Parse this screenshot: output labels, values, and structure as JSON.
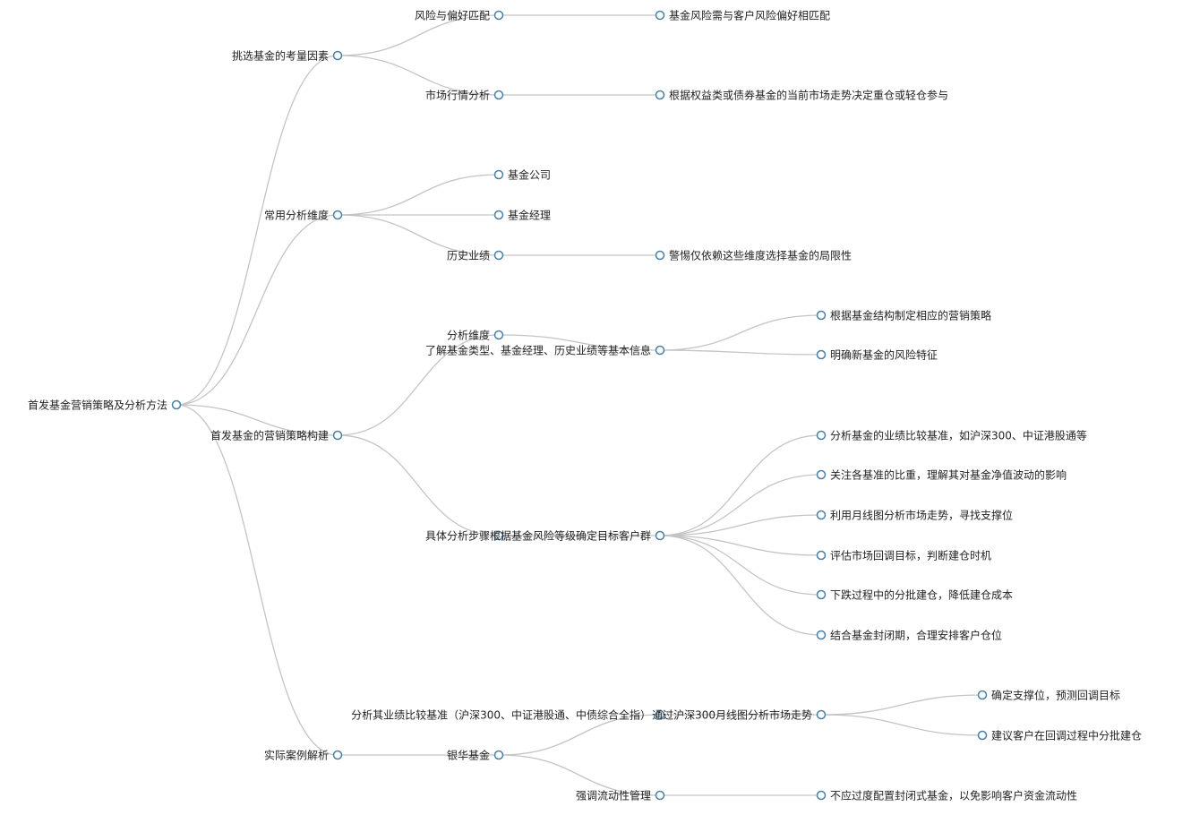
{
  "colors": {
    "link": "#c4c4c4",
    "node_stroke": "#4a7fa6",
    "node_fill": "#ffffff",
    "text": "#222222"
  },
  "tree": {
    "id": "root",
    "label": "首发基金营销策略及分析方法",
    "children": [
      {
        "id": "n1",
        "label": "挑选基金的考量因素",
        "children": [
          {
            "id": "n1a",
            "label": "风险与偏好匹配",
            "children": [
              {
                "id": "n1a1",
                "label": "基金风险需与客户风险偏好相匹配"
              }
            ]
          },
          {
            "id": "n1b",
            "label": "市场行情分析",
            "children": [
              {
                "id": "n1b1",
                "label": "根据权益类或债券基金的当前市场走势决定重仓或轻仓参与"
              }
            ]
          }
        ]
      },
      {
        "id": "n2",
        "label": "常用分析维度",
        "children": [
          {
            "id": "n2a",
            "label": "基金公司"
          },
          {
            "id": "n2b",
            "label": "基金经理"
          },
          {
            "id": "n2c",
            "label": "历史业绩",
            "children": [
              {
                "id": "n2c1",
                "label": "警惕仅依赖这些维度选择基金的局限性"
              }
            ]
          }
        ]
      },
      {
        "id": "n3",
        "label": "首发基金的营销策略构建",
        "children": [
          {
            "id": "n3a",
            "label": "分析维度",
            "children": [
              {
                "id": "n3a1",
                "label": "了解基金类型、基金经理、历史业绩等基本信息",
                "children": [
                  {
                    "id": "n3a1a",
                    "label": "根据基金结构制定相应的营销策略"
                  },
                  {
                    "id": "n3a1b",
                    "label": "明确新基金的风险特征"
                  }
                ]
              }
            ]
          },
          {
            "id": "n3b",
            "label": "具体分析步骤",
            "children": [
              {
                "id": "n3b1",
                "label": "根据基金风险等级确定目标客户群",
                "children": [
                  {
                    "id": "n3b1a",
                    "label": "分析基金的业绩比较基准，如沪深300、中证港股通等"
                  },
                  {
                    "id": "n3b1b",
                    "label": "关注各基准的比重，理解其对基金净值波动的影响"
                  },
                  {
                    "id": "n3b1c",
                    "label": "利用月线图分析市场走势，寻找支撑位"
                  },
                  {
                    "id": "n3b1d",
                    "label": "评估市场回调目标，判断建仓时机"
                  },
                  {
                    "id": "n3b1e",
                    "label": "下跌过程中的分批建仓，降低建仓成本"
                  },
                  {
                    "id": "n3b1f",
                    "label": "结合基金封闭期，合理安排客户仓位"
                  }
                ]
              }
            ]
          }
        ]
      },
      {
        "id": "n4",
        "label": "实际案例解析",
        "children": [
          {
            "id": "n4a",
            "label": "银华基金",
            "children": [
              {
                "id": "n4a1",
                "label": "分析其业绩比较基准（沪深300、中证港股通、中债综合全指）",
                "children": [
                  {
                    "id": "n4a1a",
                    "label": "通过沪深300月线图分析市场走势",
                    "children": [
                      {
                        "id": "n4a1a1",
                        "label": "确定支撑位，预测回调目标"
                      },
                      {
                        "id": "n4a1a2",
                        "label": "建议客户在回调过程中分批建仓"
                      }
                    ]
                  }
                ]
              },
              {
                "id": "n4a2",
                "label": "强调流动性管理",
                "children": [
                  {
                    "id": "n4a2a",
                    "label": "不应过度配置封闭式基金，以免影响客户资金流动性"
                  }
                ]
              }
            ]
          }
        ]
      }
    ]
  }
}
